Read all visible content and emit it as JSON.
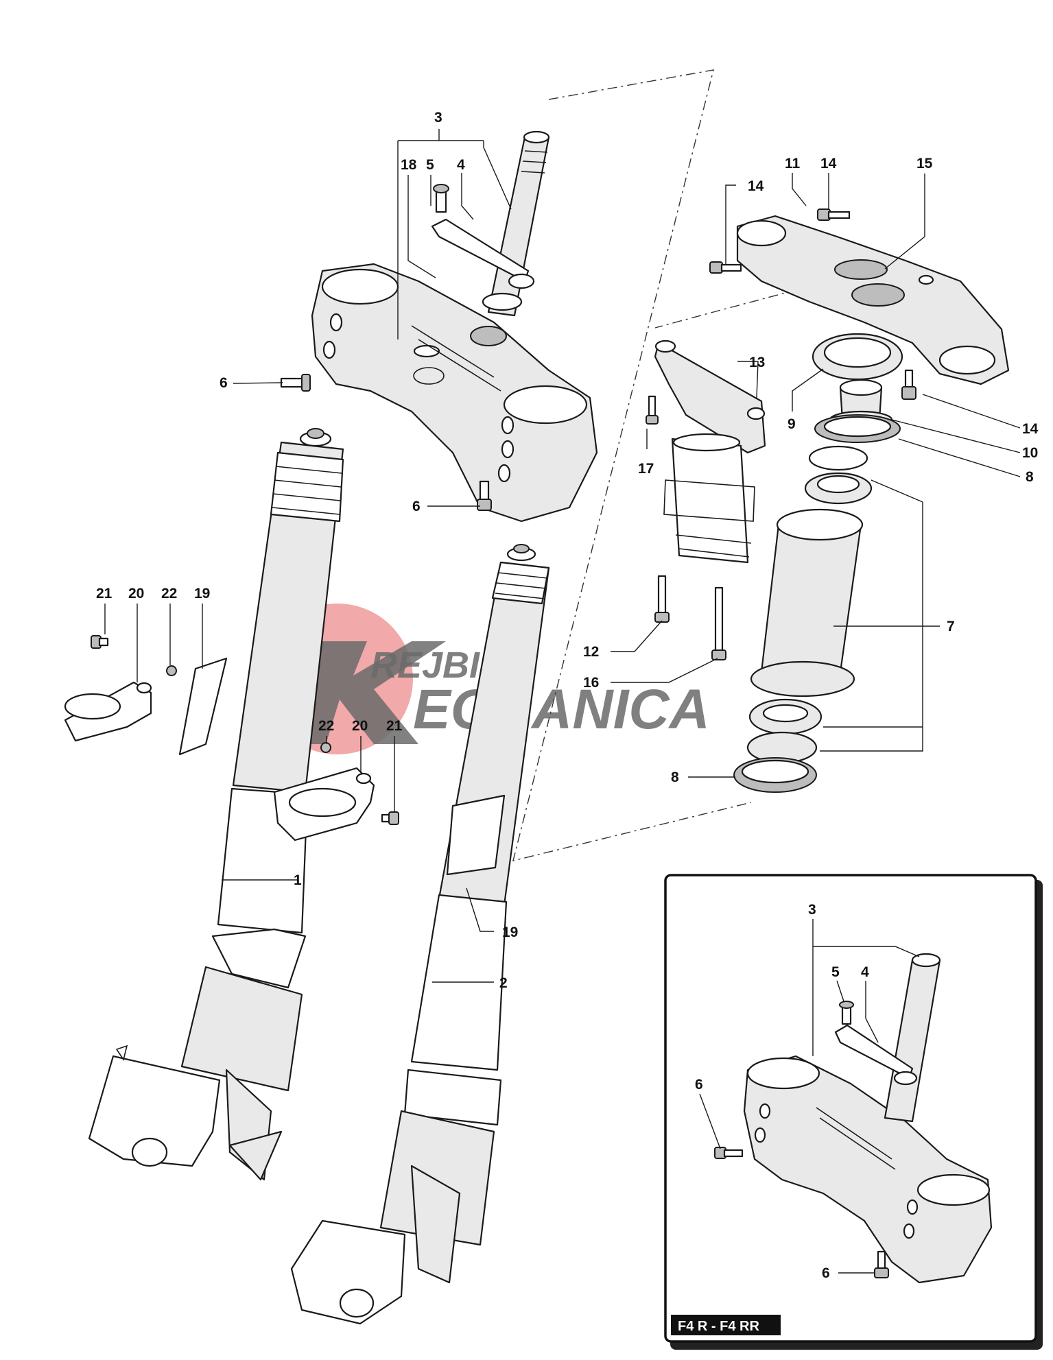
{
  "diagram": {
    "inset_caption": "F4 R - F4 RR",
    "watermark": {
      "line1": "REJBICH",
      "line2": "ECCANICA"
    },
    "callouts": [
      {
        "id": "c1",
        "text": "1"
      },
      {
        "id": "c2",
        "text": "2"
      },
      {
        "id": "c3",
        "text": "3"
      },
      {
        "id": "c4",
        "text": "4"
      },
      {
        "id": "c5",
        "text": "5"
      },
      {
        "id": "c6a",
        "text": "6"
      },
      {
        "id": "c6b",
        "text": "6"
      },
      {
        "id": "c7",
        "text": "7"
      },
      {
        "id": "c8a",
        "text": "8"
      },
      {
        "id": "c8b",
        "text": "8"
      },
      {
        "id": "c9",
        "text": "9"
      },
      {
        "id": "c10",
        "text": "10"
      },
      {
        "id": "c11",
        "text": "11"
      },
      {
        "id": "c12",
        "text": "12"
      },
      {
        "id": "c13",
        "text": "13"
      },
      {
        "id": "c14a",
        "text": "14"
      },
      {
        "id": "c14b",
        "text": "14"
      },
      {
        "id": "c14c",
        "text": "14"
      },
      {
        "id": "c15",
        "text": "15"
      },
      {
        "id": "c16",
        "text": "16"
      },
      {
        "id": "c17",
        "text": "17"
      },
      {
        "id": "c18",
        "text": "18"
      },
      {
        "id": "c19a",
        "text": "19"
      },
      {
        "id": "c19b",
        "text": "19"
      },
      {
        "id": "c20a",
        "text": "20"
      },
      {
        "id": "c20b",
        "text": "20"
      },
      {
        "id": "c21a",
        "text": "21"
      },
      {
        "id": "c21b",
        "text": "21"
      },
      {
        "id": "c22a",
        "text": "22"
      },
      {
        "id": "c22b",
        "text": "22"
      },
      {
        "id": "ci3",
        "text": "3"
      },
      {
        "id": "ci4",
        "text": "4"
      },
      {
        "id": "ci5",
        "text": "5"
      },
      {
        "id": "ci6a",
        "text": "6"
      },
      {
        "id": "ci6b",
        "text": "6"
      }
    ]
  }
}
